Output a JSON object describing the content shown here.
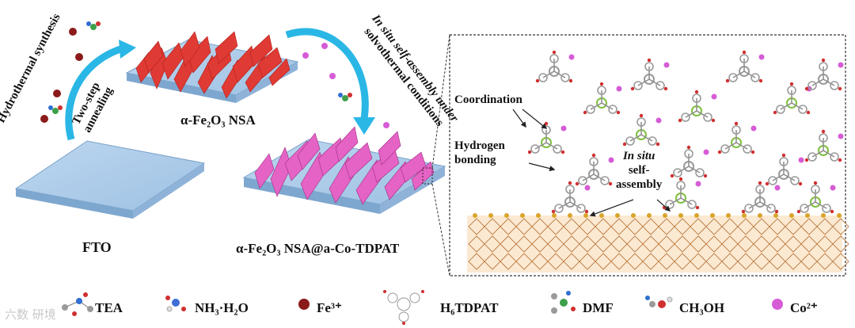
{
  "labels": {
    "hydrothermal": "Hydrothermal synthesis",
    "two_step_line1": "Two-step",
    "two_step_line2": "annealing",
    "fto": "FTO",
    "fe2o3_nsa": "α-Fe₂O₃ NSA",
    "in_situ_line1": "In situ self-assembly under",
    "in_situ_line2": "solvothermal conditions",
    "final": "α-Fe₂O₃ NSA@a-Co-TDPAT",
    "coordination": "Coordination",
    "hydrogen_line1": "Hydrogen",
    "hydrogen_line2": "bonding",
    "insitu_sa_line1": "In situ",
    "insitu_sa_line2": "self-",
    "insitu_sa_line3": "assembly"
  },
  "legend": {
    "tea": "TEA",
    "nh3": "NH₃·H₂O",
    "fe": "Fe³⁺",
    "tdpat": "H₆TDPAT",
    "dmf": "DMF",
    "ch3oh": "CH₃OH",
    "co": "Co²⁺"
  },
  "watermark": "六数 研境",
  "colors": {
    "fto_blue": "#a9c8e6",
    "fe2o3_red": "#e03a34",
    "mof_pink": "#e563c4",
    "arrow_cyan": "#2ab7e6",
    "fe_ball": "#8b1a1a",
    "co_ball": "#d65cd6",
    "carbon_gray": "#9a9a9a",
    "carbon_green": "#7fbf3f"
  }
}
